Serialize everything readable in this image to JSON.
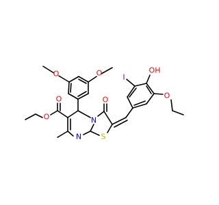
{
  "atom_labels": {
    "o_methoxy_upper": "O",
    "o_methoxy_lower": "O",
    "o_ester_carbonyl": "O",
    "o_ester_ether": "O",
    "o_ketone": "O",
    "n_ring_fused": "N",
    "n_pyrimidine": "N",
    "s_thiazole": "S",
    "i_iodo": "I",
    "oh_hydroxy": "OH",
    "o_ethoxy": "O"
  },
  "colors": {
    "bond": "#000000",
    "carbon_text": "#000000",
    "oxygen": "#ff0000",
    "nitrogen": "#0000ff",
    "sulfur": "#c8b400",
    "iodine": "#940094"
  }
}
